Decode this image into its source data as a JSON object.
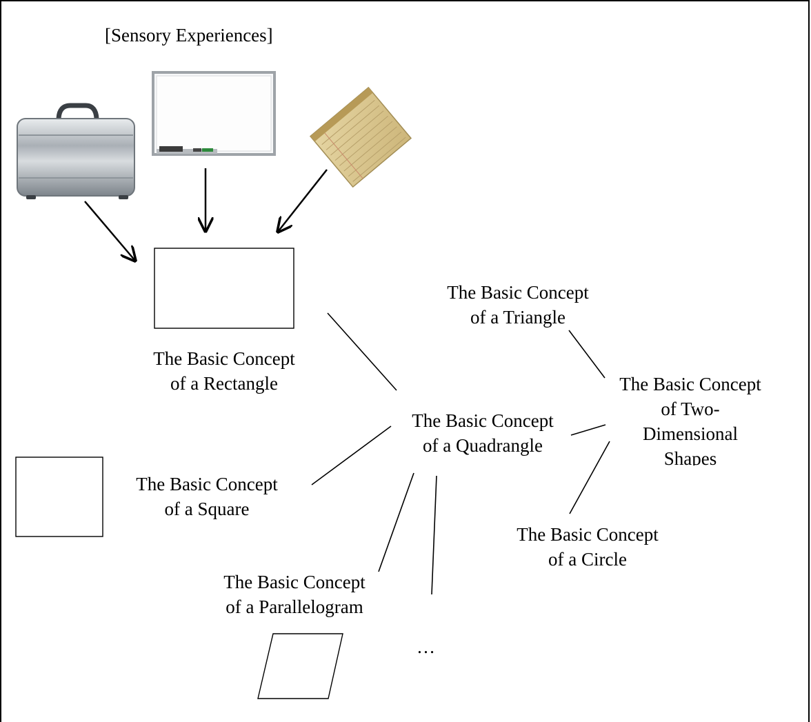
{
  "header": {
    "text": "[Sensory Experiences]"
  },
  "objects": {
    "briefcase": "briefcase-photo",
    "whiteboard": "whiteboard-photo",
    "notepad": "legal-notepad-photo"
  },
  "concepts": {
    "rectangle": {
      "line1": "The Basic Concept",
      "line2": "of a Rectangle"
    },
    "triangle": {
      "line1": "The Basic Concept",
      "line2": "of a Triangle"
    },
    "two_dimensional": {
      "line1": "The Basic Concept",
      "line2": "of Two-",
      "line3": "Dimensional",
      "line4": "Shapes"
    },
    "quadrangle": {
      "line1": "The Basic Concept",
      "line2": "of a Quadrangle"
    },
    "square": {
      "line1": "The Basic Concept",
      "line2": "of a Square"
    },
    "circle": {
      "line1": "The Basic Concept",
      "line2": "of a Circle"
    },
    "parallelogram": {
      "line1": "The Basic Concept",
      "line2": "of a Parallelogram"
    }
  },
  "ellipsis": "…",
  "colors": {
    "stroke": "#000000",
    "background": "#ffffff"
  }
}
